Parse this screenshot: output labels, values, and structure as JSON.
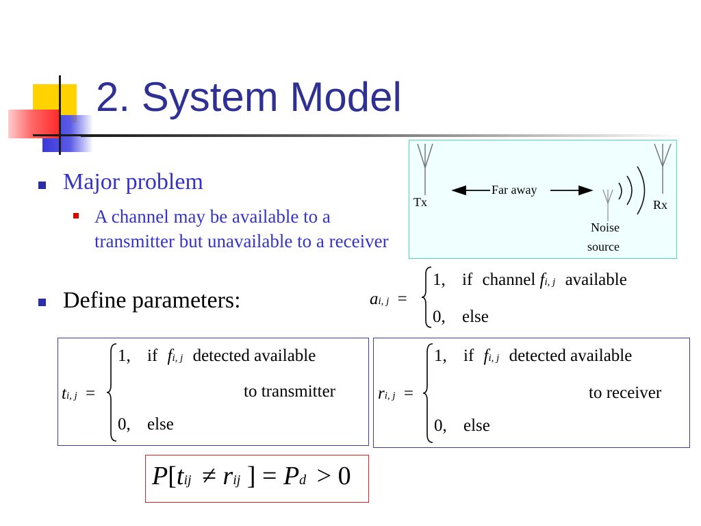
{
  "slide": {
    "title": "2. System Model",
    "bullets": [
      {
        "text": "Major problem",
        "sub": [
          "A channel may be available to a transmitter but unavailable to a receiver"
        ]
      },
      {
        "text": "Define parameters:"
      }
    ]
  },
  "diagram": {
    "tx_label": "Tx",
    "rx_label": "Rx",
    "distance_label": "Far away",
    "noise_label_line1": "Noise",
    "noise_label_line2": "source"
  },
  "equations": {
    "a": {
      "lhs_var": "a",
      "lhs_sub": "i, j",
      "eq": "=",
      "case1_val": "1,",
      "case1_if": "if",
      "case1_word": "channel",
      "case1_var": "f",
      "case1_sub": "i, j",
      "case1_tail": "available",
      "case2_val": "0,",
      "case2_word": "else"
    },
    "t": {
      "lhs_var": "t",
      "lhs_sub": "i, j",
      "eq": "=",
      "case1_val": "1,",
      "case1_if": "if",
      "case1_var": "f",
      "case1_sub": "i, j",
      "case1_tail": "detected available",
      "case1_cont": "to transmitter",
      "case2_val": "0,",
      "case2_word": "else"
    },
    "r": {
      "lhs_var": "r",
      "lhs_sub": "i, j",
      "eq": "=",
      "case1_val": "1,",
      "case1_if": "if",
      "case1_var": "f",
      "case1_sub": "i, j",
      "case1_tail": "detected available",
      "case1_cont": "to receiver",
      "case2_val": "0,",
      "case2_word": "else"
    },
    "p": {
      "P": "P",
      "lb": "[",
      "t": "t",
      "t_sub": "ij",
      "neq": "≠",
      "r": "r",
      "r_sub": "ij",
      "rb": "]",
      "eq": "=",
      "Pd": "P",
      "Pd_sub": "d",
      "gt": ">",
      "zero": "0"
    }
  },
  "colors": {
    "title": "#2e3193",
    "bullet_text": "#3333cc",
    "sub_bullet_marker": "#e00000",
    "diagram_border": "#53d6b0",
    "probability_box_border": "#e02020"
  }
}
